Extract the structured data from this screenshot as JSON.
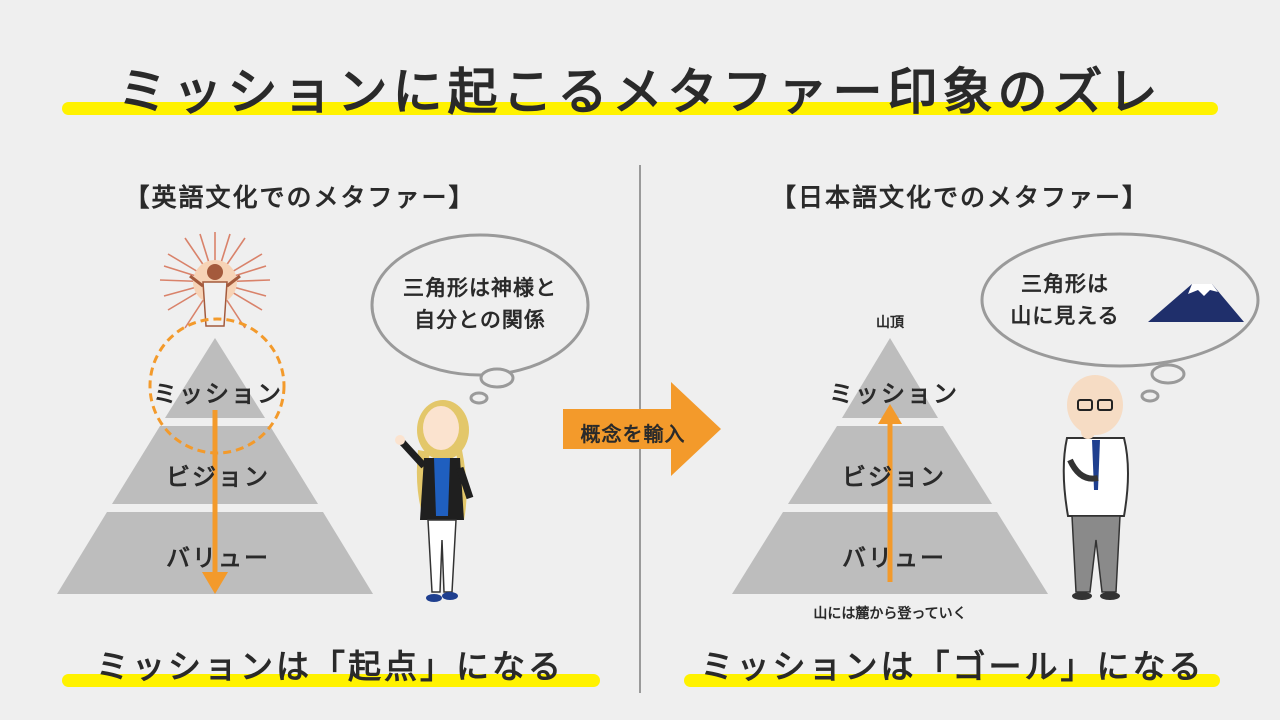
{
  "title": "ミッションに起こるメタファー印象のズレ",
  "left": {
    "heading": "【英語文化でのメタファー】",
    "tiers": [
      "ミッション",
      "ビジョン",
      "バリュー"
    ],
    "bubble": [
      "三角形は神様と",
      "自分との関係"
    ],
    "conclusion": "ミッションは「起点」になる"
  },
  "middle": {
    "arrow_label": "概念を輸入"
  },
  "right": {
    "heading": "【日本語文化でのメタファー】",
    "summit_label": "山頂",
    "tiers": [
      "ミッション",
      "ビジョン",
      "バリュー"
    ],
    "base_note": "山には麓から登っていく",
    "bubble": [
      "三角形は",
      "山に見える"
    ],
    "conclusion": "ミッションは「ゴール」になる"
  },
  "colors": {
    "highlight": "#fff200",
    "pyramid": "#bdbdbd",
    "accent_orange": "#f39a2b",
    "divider": "#9a9a9a",
    "mountain": "#1f2f6b"
  }
}
